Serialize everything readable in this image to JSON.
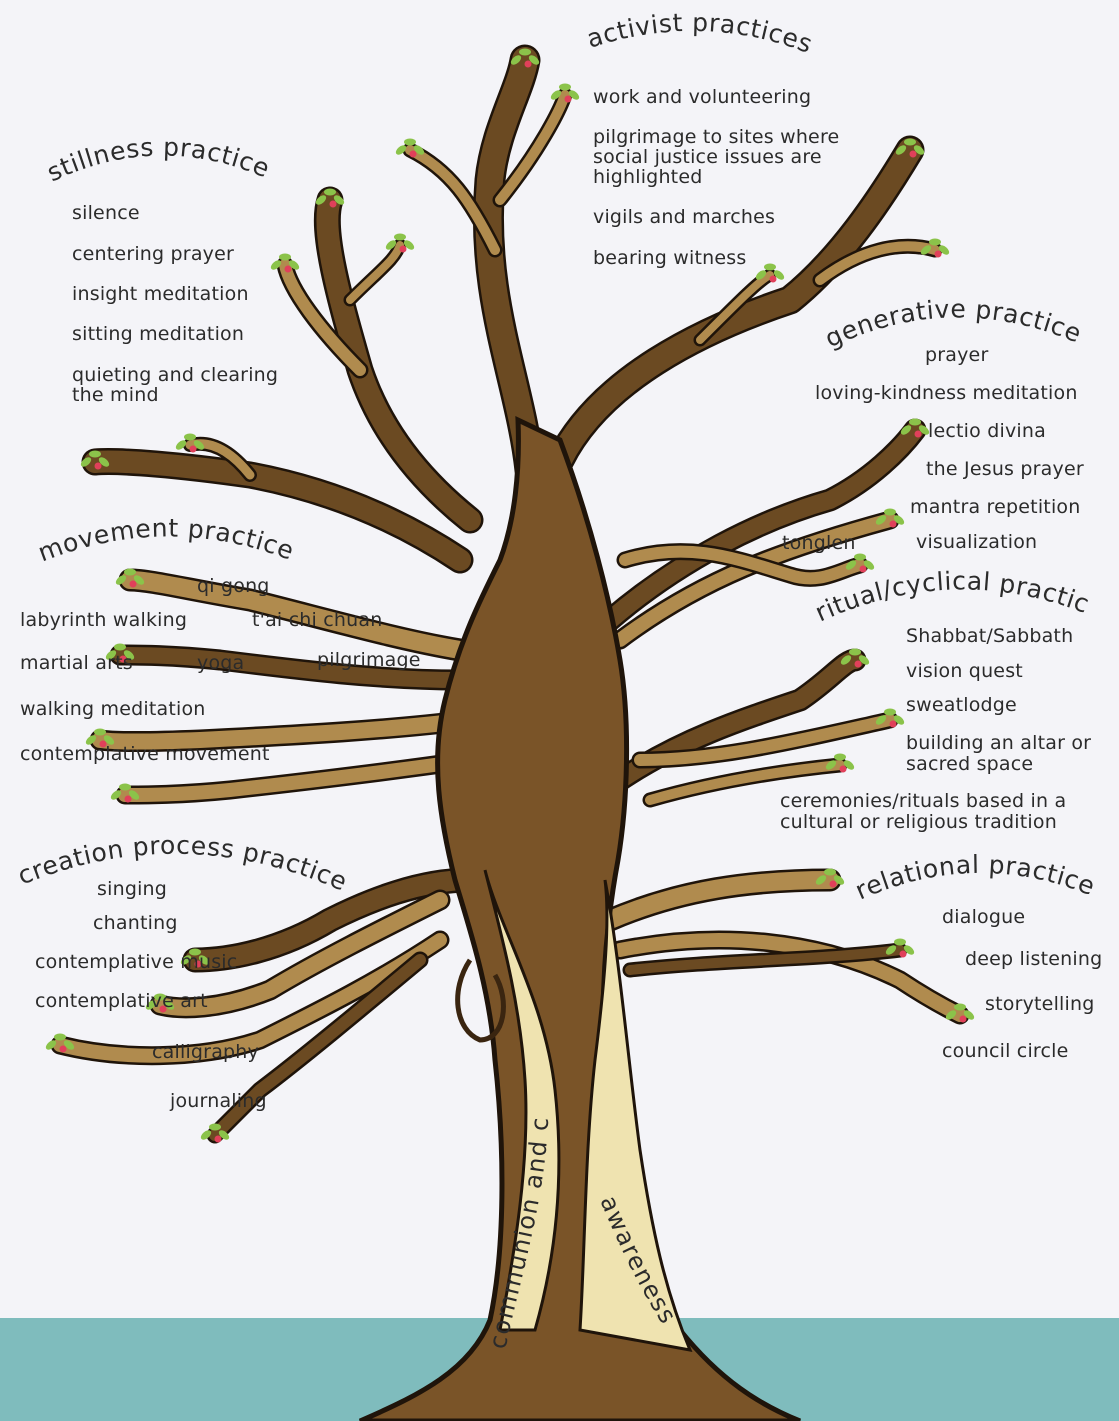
{
  "colors": {
    "background": "#f4f4f8",
    "ground": "#7fbcbd",
    "bark": "#6b4a22",
    "bark_light": "#b08b4e",
    "bark_outline": "#1f140a",
    "leaf": "#8bc34a",
    "blossom": "#e0405a"
  },
  "trunk": {
    "left": "communion and connection",
    "right": "awareness"
  },
  "groups": {
    "activist": {
      "title": "activist practices",
      "items": [
        "work and volunteering",
        "pilgrimage to sites where social justice issues are highlighted",
        "vigils and marches",
        "bearing witness"
      ]
    },
    "stillness": {
      "title": "stillness practices",
      "items": [
        "silence",
        "centering prayer",
        "insight meditation",
        "sitting meditation",
        "quieting and clearing the mind"
      ]
    },
    "generative": {
      "title": "generative practices",
      "items": [
        "prayer",
        "loving-kindness meditation",
        "lectio divina",
        "the Jesus prayer",
        "mantra repetition",
        "visualization",
        "tonglen"
      ]
    },
    "movement": {
      "title": "movement practices",
      "items": [
        "qi gong",
        "labyrinth walking",
        "t'ai chi chuan",
        "martial arts",
        "yoga",
        "pilgrimage",
        "walking meditation",
        "contemplative movement"
      ]
    },
    "ritual": {
      "title": "ritual/cyclical practices",
      "items": [
        "Shabbat/Sabbath",
        "vision quest",
        "sweatlodge",
        "building an altar or sacred space",
        "ceremonies/rituals based in a cultural or religious tradition"
      ]
    },
    "creation": {
      "title": "creation process practices",
      "items": [
        "singing",
        "chanting",
        "contemplative music",
        "contemplative art",
        "calligraphy",
        "journaling"
      ]
    },
    "relational": {
      "title": "relational practices",
      "items": [
        "dialogue",
        "deep listening",
        "storytelling",
        "council circle"
      ]
    }
  }
}
